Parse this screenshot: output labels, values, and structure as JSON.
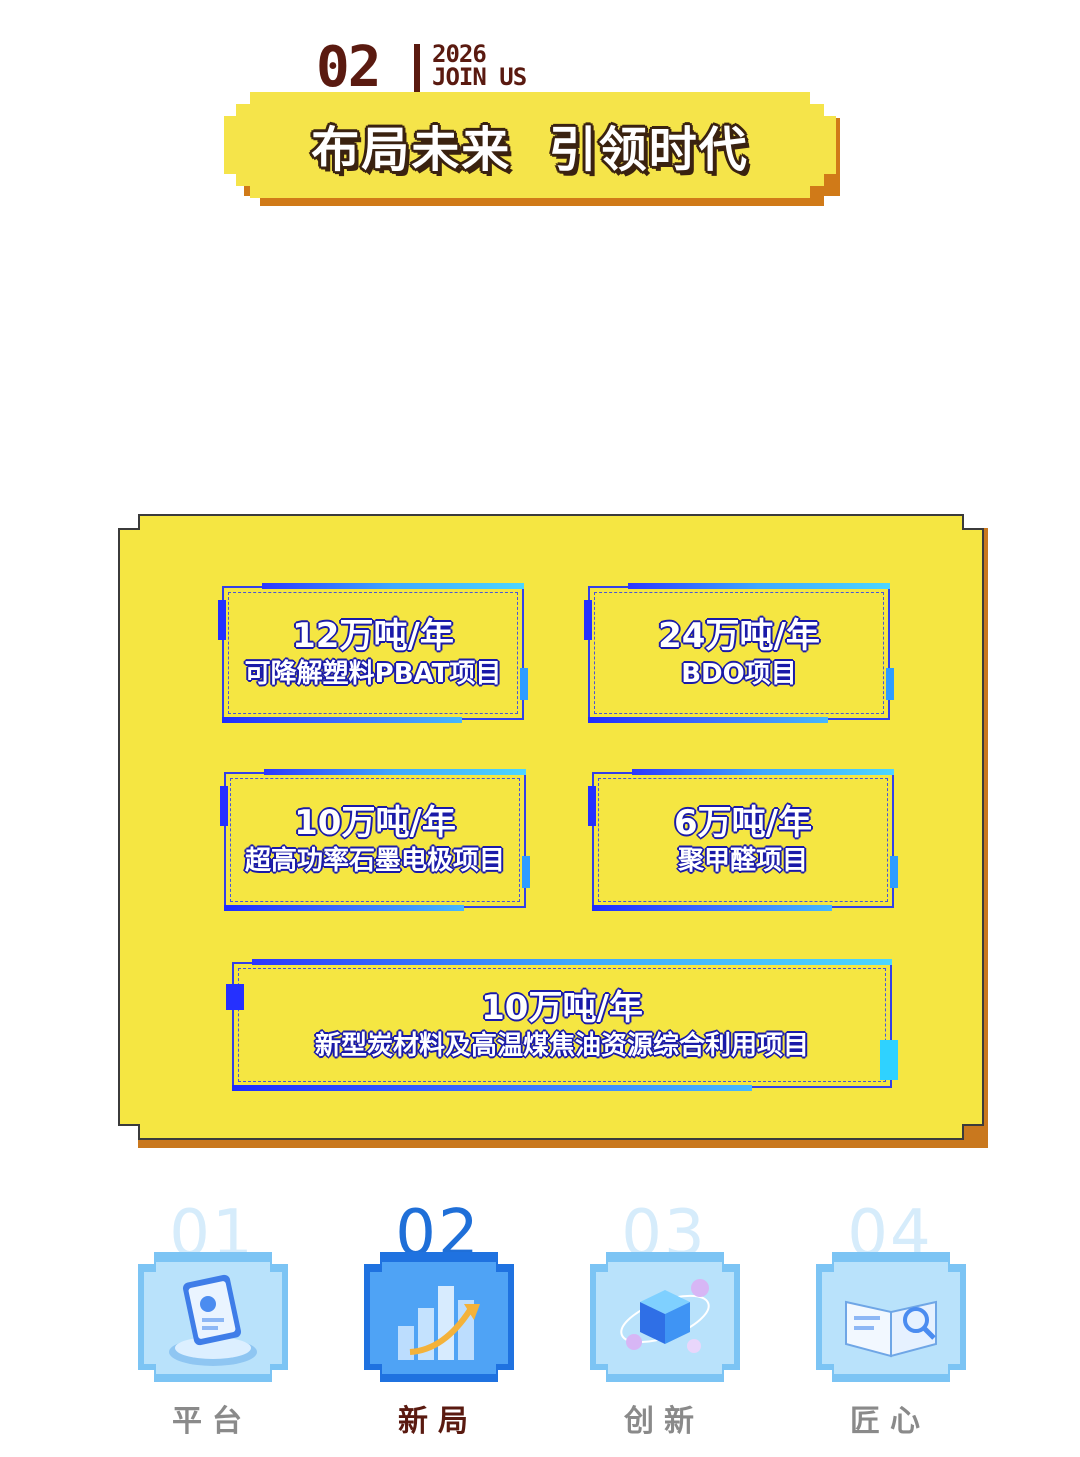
{
  "header": {
    "number": "02",
    "year": "2026",
    "join": "JOIN US",
    "title": "布局未来  引领时代"
  },
  "projects": [
    {
      "amount": "12万吨/年",
      "name": "可降解塑料PBAT项目"
    },
    {
      "amount": "24万吨/年",
      "name": "BDO项目"
    },
    {
      "amount": "10万吨/年",
      "name": "超高功率石墨电极项目"
    },
    {
      "amount": "6万吨/年",
      "name": "聚甲醛项目"
    },
    {
      "amount": "10万吨/年",
      "name": "新型炭材料及高温煤焦油资源综合利用项目"
    }
  ],
  "nav": {
    "active_index": 1,
    "items": [
      {
        "num": "01",
        "label": "平台",
        "icon": "tablet-chart-icon"
      },
      {
        "num": "02",
        "label": "新局",
        "icon": "growth-bars-icon"
      },
      {
        "num": "03",
        "label": "创新",
        "icon": "cube-molecule-icon"
      },
      {
        "num": "04",
        "label": "匠心",
        "icon": "open-book-icon"
      }
    ]
  },
  "colors": {
    "yellow": "#f5e642",
    "orange_shadow": "#c9781e",
    "dark_brown": "#5a1a10",
    "card_blue": "#3340e8",
    "light_blue": "#a9dcfb",
    "active_blue": "#2a86f0",
    "inactive_text": "#8a8a8a",
    "active_text": "#5a1a10"
  }
}
